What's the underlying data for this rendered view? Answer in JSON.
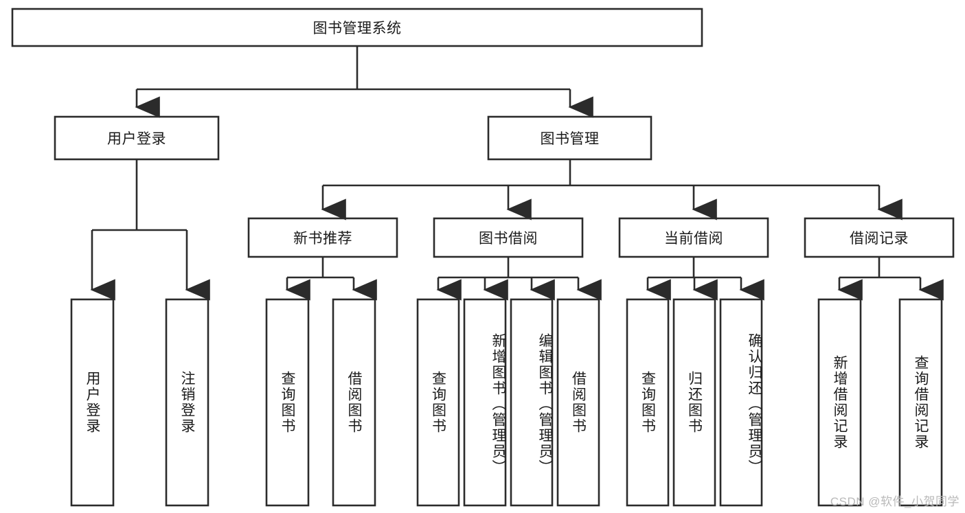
{
  "diagram": {
    "type": "tree-hierarchy",
    "title": "图书管理系统功能结构图",
    "root": {
      "label": "图书管理系统",
      "orientation": "horizontal"
    },
    "level2": [
      {
        "label": "用户登录",
        "orientation": "horizontal"
      },
      {
        "label": "图书管理",
        "orientation": "horizontal"
      }
    ],
    "level3": [
      {
        "label": "新书推荐",
        "orientation": "horizontal"
      },
      {
        "label": "图书借阅",
        "orientation": "horizontal"
      },
      {
        "label": "当前借阅",
        "orientation": "horizontal"
      },
      {
        "label": "借阅记录",
        "orientation": "horizontal"
      }
    ],
    "leaves": {
      "user_login": [
        {
          "label": "用户登录",
          "orientation": "vertical"
        },
        {
          "label": "注销登录",
          "orientation": "vertical"
        }
      ],
      "new_book_recommend": [
        {
          "label": "查询图书",
          "orientation": "vertical"
        },
        {
          "label": "借阅图书",
          "orientation": "vertical"
        }
      ],
      "book_borrow": [
        {
          "label": "查询图书",
          "orientation": "vertical"
        },
        {
          "label": "新增图书（管理员）",
          "orientation": "vertical"
        },
        {
          "label": "编辑图书（管理员）",
          "orientation": "vertical"
        },
        {
          "label": "借阅图书",
          "orientation": "vertical"
        }
      ],
      "current_borrow": [
        {
          "label": "查询图书",
          "orientation": "vertical"
        },
        {
          "label": "归还图书",
          "orientation": "vertical"
        },
        {
          "label": "确认归还（管理员）",
          "orientation": "vertical"
        }
      ],
      "borrow_record": [
        {
          "label": "新增借阅记录",
          "orientation": "vertical"
        },
        {
          "label": "查询借阅记录",
          "orientation": "vertical"
        }
      ]
    },
    "colors": {
      "stroke": "#2b2b2b",
      "fill": "#ffffff",
      "text": "#1b1b1b",
      "watermark": "#b9b9b9"
    }
  },
  "watermark": {
    "text": "CSDN @软件_小贺同学"
  }
}
